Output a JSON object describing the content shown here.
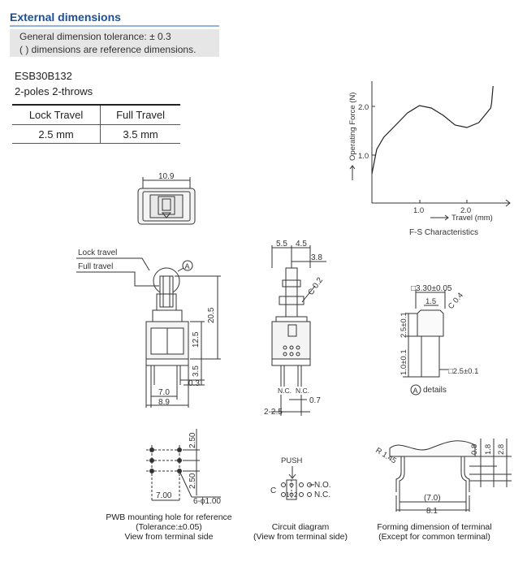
{
  "header": {
    "title": "External dimensions",
    "tolerance_line1": "General dimension tolerance: ± 0.3",
    "tolerance_line2": "(    ) dimensions are reference dimensions."
  },
  "model": {
    "name": "ESB30B132",
    "poles": "2-poles 2-throws"
  },
  "travel_table": {
    "headers": [
      "Lock Travel",
      "Full Travel"
    ],
    "values": [
      "2.5 mm",
      "3.5 mm"
    ]
  },
  "fs_chart": {
    "ylabel": "Operating Force (N)",
    "xlabel": "Travel (mm)",
    "caption": "F-S Characteristics",
    "y_ticks": [
      "2.0",
      "1.0"
    ],
    "x_ticks": [
      "1.0",
      "2.0"
    ]
  },
  "chart_data": {
    "type": "line",
    "title": "F-S Characteristics",
    "xlabel": "Travel (mm)",
    "ylabel": "Operating Force (N)",
    "series": [
      {
        "x": [
          0.0,
          0.1,
          0.25,
          0.5,
          0.75,
          1.0,
          1.25,
          1.5,
          1.75,
          2.0,
          2.25,
          2.5,
          2.52,
          2.55
        ],
        "values": [
          0.6,
          1.1,
          1.35,
          1.6,
          1.85,
          2.0,
          1.95,
          1.8,
          1.6,
          1.55,
          1.65,
          1.95,
          2.05,
          2.4
        ]
      }
    ],
    "xlim": [
      0,
      2.9
    ],
    "ylim": [
      0,
      2.6
    ]
  },
  "top_view": {
    "dim_width": "10.9"
  },
  "front_view": {
    "label_lock": "Lock travel",
    "label_full": "Full travel",
    "marker": "A",
    "dim_20_5": "20.5",
    "dim_12_5": "12.5",
    "dim_3_5": "3.5",
    "dim_0_3": "0.3",
    "dim_7_0": "7.0",
    "dim_8_9": "8.9"
  },
  "side_view": {
    "dim_5_5": "5.5",
    "dim_4_5": "4.5",
    "dim_3_8": "3.8",
    "chamfer": "C 0.2",
    "nc_left": "N.C.",
    "nc_right": "N.C.",
    "dim_0_7": "0.7",
    "dim_2_2_5": "2-2.5"
  },
  "detail_view": {
    "dim_square": "□3.30±0.05",
    "dim_1_5": "1.5",
    "chamfer": "C 0.4",
    "dim_2_5": "2.5±0.1",
    "dim_1_0": "1.0±0.1",
    "dim_pin": "□2.5±0.1",
    "marker": "A",
    "caption": "details"
  },
  "pwb_view": {
    "dim_2_50_top": "2.50",
    "dim_2_50_bottom": "2.50",
    "dim_7_00": "7.00",
    "dim_holes": "6-ϕ1.00",
    "caption1": "PWB mounting hole for reference",
    "caption2": "(Tolerance:±0.05)",
    "caption3": "View from terminal side"
  },
  "circuit_view": {
    "push": "PUSH",
    "no": "N.O.",
    "nc": "N.C.",
    "c": "C",
    "num1": "1",
    "num2": "2",
    "caption1": "Circuit diagram",
    "caption2": "(View from terminal side)"
  },
  "forming_view": {
    "radius": "R 1.45",
    "dim_0_8": "0.8",
    "dim_1_8": "1.8",
    "dim_2_8": "2.8",
    "dim_7_0": "(7.0)",
    "dim_8_1": "8.1",
    "caption1": "Forming dimension of terminal",
    "caption2": "(Except for common terminal)"
  }
}
